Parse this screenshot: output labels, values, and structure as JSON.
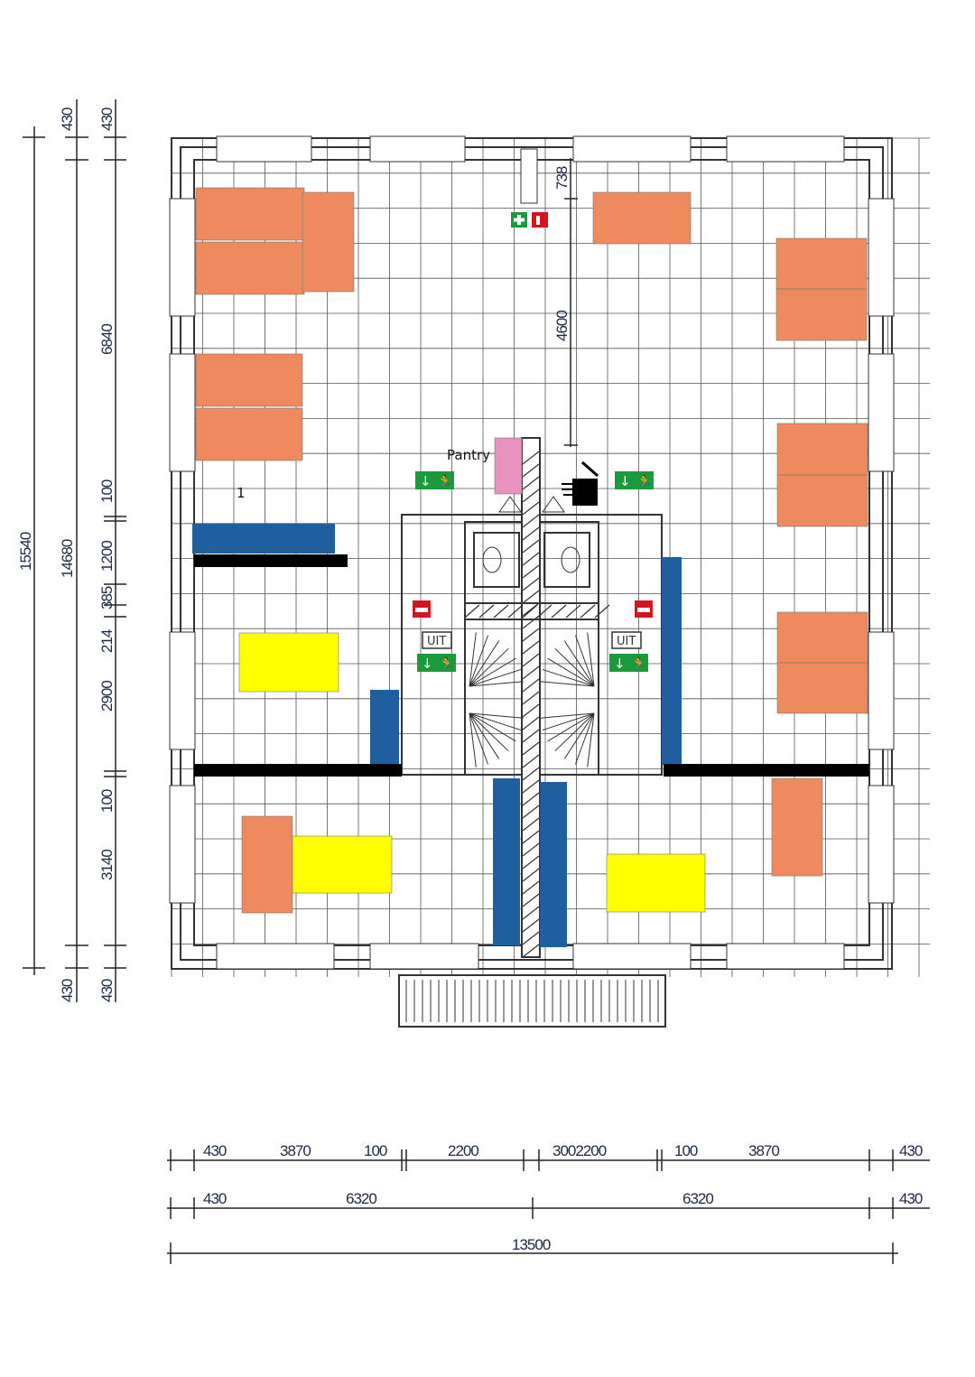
{
  "labels": {
    "pantry": "Pantry",
    "room_number": "1",
    "dim_738": "738",
    "dim_4600": "4600"
  },
  "signs": {
    "exit_text": "UIT"
  },
  "left_dimensions": {
    "overall": "15540",
    "middle": [
      "430",
      "14680",
      "430"
    ],
    "inner": [
      "430",
      "6840",
      "100",
      "1200",
      "385",
      "214",
      "2900",
      "100",
      "3140",
      "430"
    ]
  },
  "bottom_dimensions": {
    "row1": [
      "430",
      "3870",
      "100",
      "2200",
      "3002200",
      "100",
      "3870",
      "430"
    ],
    "row2": [
      "430",
      "6320",
      "6320",
      "430"
    ],
    "row3": [
      "13500"
    ]
  },
  "colors": {
    "desk": "#EE8A5E",
    "cabinet": "#1F5FA0",
    "table": "#FFFF00",
    "pantry": "#E892BF",
    "exit": "#1A9A3A",
    "fire": "#D4141E"
  }
}
